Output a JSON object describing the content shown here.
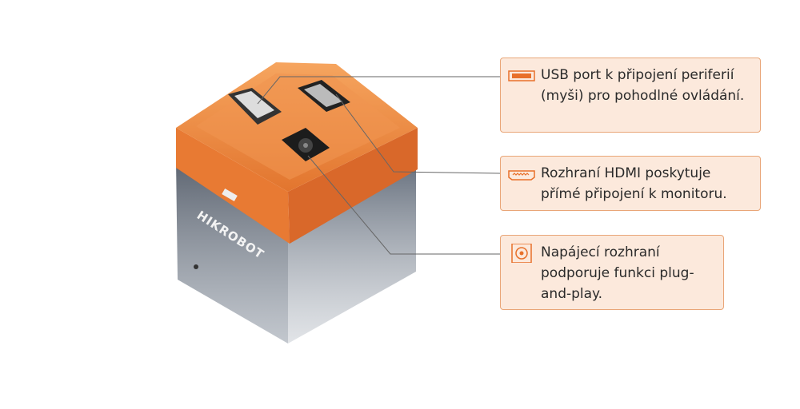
{
  "product": {
    "brand_logo": "HIKROBOT"
  },
  "colors": {
    "accent": "#e8702a",
    "callout_bg": "#fce9dc",
    "callout_border": "#e9a678",
    "body_gray": "#6a7380"
  },
  "callouts": [
    {
      "icon": "usb-port-icon",
      "text": "USB port  k připojení periferií (myši) pro pohodlné ovládání."
    },
    {
      "icon": "hdmi-port-icon",
      "text": "Rozhraní HDMI poskytuje přímé připojení k monitoru."
    },
    {
      "icon": "power-port-icon",
      "text": "Napájecí rozhraní podporuje funkci plug-and-play."
    }
  ]
}
